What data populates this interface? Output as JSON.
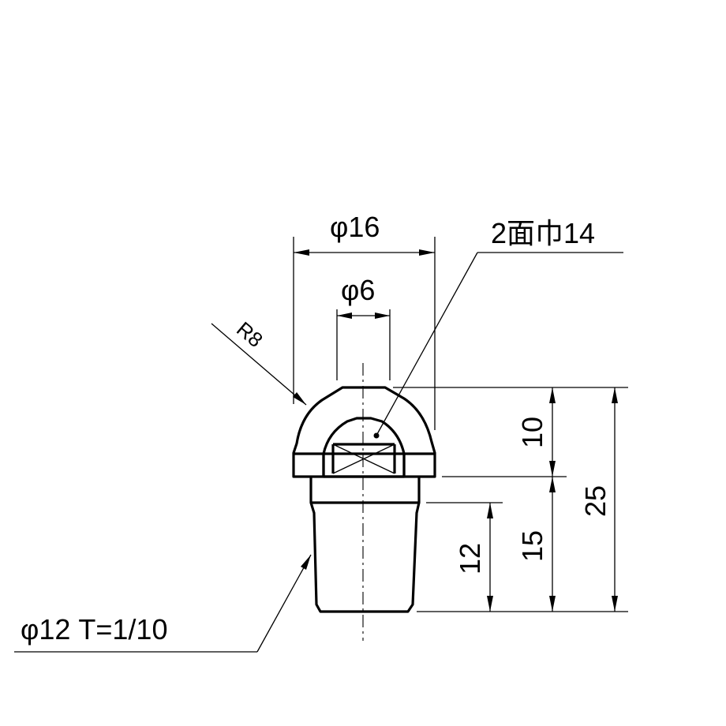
{
  "drawing": {
    "dims": {
      "dia_16": "φ16",
      "dia_6": "φ6",
      "across_flats": "2面巾14",
      "radius": "R8",
      "height_10": "10",
      "height_15": "15",
      "height_12": "12",
      "height_25": "25",
      "taper": "φ12 T=1/10"
    },
    "colors": {
      "line": "#000000",
      "background": "#ffffff"
    }
  }
}
